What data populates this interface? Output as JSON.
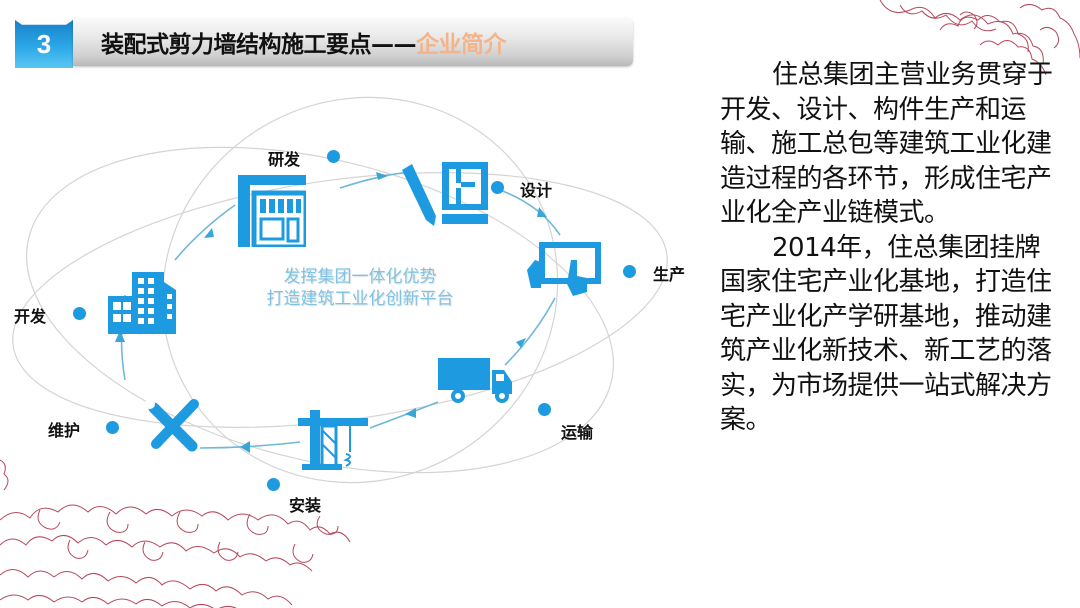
{
  "header": {
    "section_number": "3",
    "title_main": "装配式剪力墙结构施工要点——",
    "title_sub": "企业简介",
    "colors": {
      "number_box": "#2aa7e8",
      "title_sub": "#f4b48b"
    }
  },
  "diagram": {
    "slogan_line1": "发挥集团一体化优势",
    "slogan_line2": "打造建筑工业化创新平台",
    "accent_color": "#1e9be0",
    "stages": [
      {
        "label": "研发",
        "icon": "blueprint-ruler-icon"
      },
      {
        "label": "设计",
        "icon": "pencil-floorplan-icon"
      },
      {
        "label": "生产",
        "icon": "touchscreen-hands-icon"
      },
      {
        "label": "运输",
        "icon": "truck-icon"
      },
      {
        "label": "安装",
        "icon": "tower-crane-icon"
      },
      {
        "label": "维护",
        "icon": "wrench-screwdriver-icon"
      },
      {
        "label": "开发",
        "icon": "buildings-icon"
      }
    ]
  },
  "body": {
    "paragraph1": "住总集团主营业务贯穿于开发、设计、构件生产和运输、施工总包等建筑工业化建造过程的各环节，形成住宅产业化全产业链模式。",
    "paragraph2": "2014年，住总集团挂牌国家住宅产业化基地，打造住宅产业化产学研基地，推动建筑产业化新技术、新工艺的落实，为市场提供一站式解决方案。"
  }
}
